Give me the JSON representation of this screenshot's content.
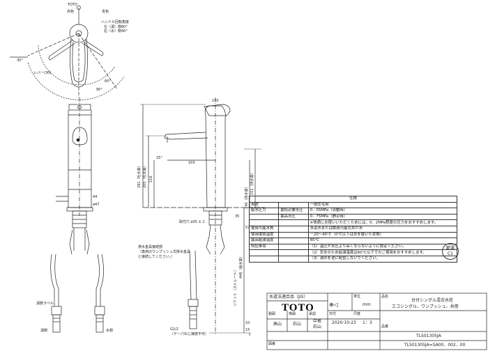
{
  "top_view": {
    "brand": "TOTO",
    "hot_label": "赤色",
    "cold_label": "青色",
    "rotation_title": "ハンドル回転角度",
    "rotation_left": "左（湯）側60°",
    "rotation_right": "右（水）側40°",
    "angle_a": "30°",
    "angle_b": "60°",
    "angle_c": "90°",
    "handle_dim": "レバー(30)"
  },
  "side_view": {
    "dim_width": "150",
    "dim_reach": "103",
    "dim_spout": "25°",
    "dim_height_total": "291（吐水高）",
    "dim_205": "205（吐水高）",
    "dim_116": "116",
    "dim_140": "140（排水高）",
    "dim_151": "151（排水高）",
    "dim_hole": "取付穴 ø35 ± 2",
    "dim_57": "57",
    "dim_44": "44",
    "dim_47": "ø47",
    "dim_446": "446（給水高）",
    "dim_35": "35",
    "dim_10": "10",
    "dim_15": "15",
    "note_drain1": "排水金具接続部",
    "note_drain2": "（専用のワンプッシュ式排水金具",
    "note_drain3": "と接続してください。）",
    "note_socket": "ソケット（ストレート）",
    "thread1": "G1/2",
    "thread2": "（テーパねじ接続不可）",
    "label_hot_hose": "湯側ラベル",
    "label_hot": "湯側",
    "label_cold": "水側"
  },
  "spec": {
    "header": "仕様",
    "rows": [
      {
        "k": "用途",
        "k2": "",
        "v": "一般住宅用"
      },
      {
        "k": "給水圧力",
        "k2": "最低必要水圧",
        "v": "0．05MPa（流動時）"
      },
      {
        "k": "",
        "k2": "最高水圧",
        "v": "0．75MPa（静止時）"
      },
      {
        "k": "",
        "k2": "",
        "v": "※快適にお使いいただくためには，0．2MPa程度の圧力をおすすめします。"
      },
      {
        "k": "使用可能水質",
        "k2": "",
        "v": "水道水または飲用可能な井戸水"
      },
      {
        "k": "使用環境温度",
        "k2": "",
        "v": "－20～40°C（0°C以下は水を抜いた状態）"
      },
      {
        "k": "最高給湯温度",
        "k2": "",
        "v": "85°C"
      },
      {
        "k": "特記事項",
        "k2": "",
        "v": "（1）温圧が水圧より高くならないように設定ください。"
      },
      {
        "k": "",
        "k2": "",
        "v": "（2）安全のため給湯温度は60°C以下でのご使用をおすすめします。"
      },
      {
        "k": "",
        "k2": "",
        "v": "（3）湯水を逆に配管しないでください。"
      }
    ]
  },
  "corner_mark": {
    "line1": "節湯",
    "line2": "C1"
  },
  "title_block": {
    "jis": "水道法適合品（JIS）",
    "logo": "TOTO",
    "unit_label": "単位",
    "unit": "mm",
    "name_label": "品名",
    "product_name": "台付シングル混合水栓",
    "product_sub": "エコシングル、ワンプッシュ、共用",
    "drawn_label": "製図",
    "drawn": "高山",
    "checked_label": "検図",
    "checked": "石山",
    "approved_label": "承認",
    "approved": "中島",
    "date_label": "日付",
    "date": "2020-10-23",
    "scale_label": "尺度",
    "scale": "1：3",
    "model_label": "品番",
    "model": "TLS01305JA",
    "drawing_no_label": "図番",
    "drawing_no": "TLS01305JA=SA00．002．00"
  }
}
